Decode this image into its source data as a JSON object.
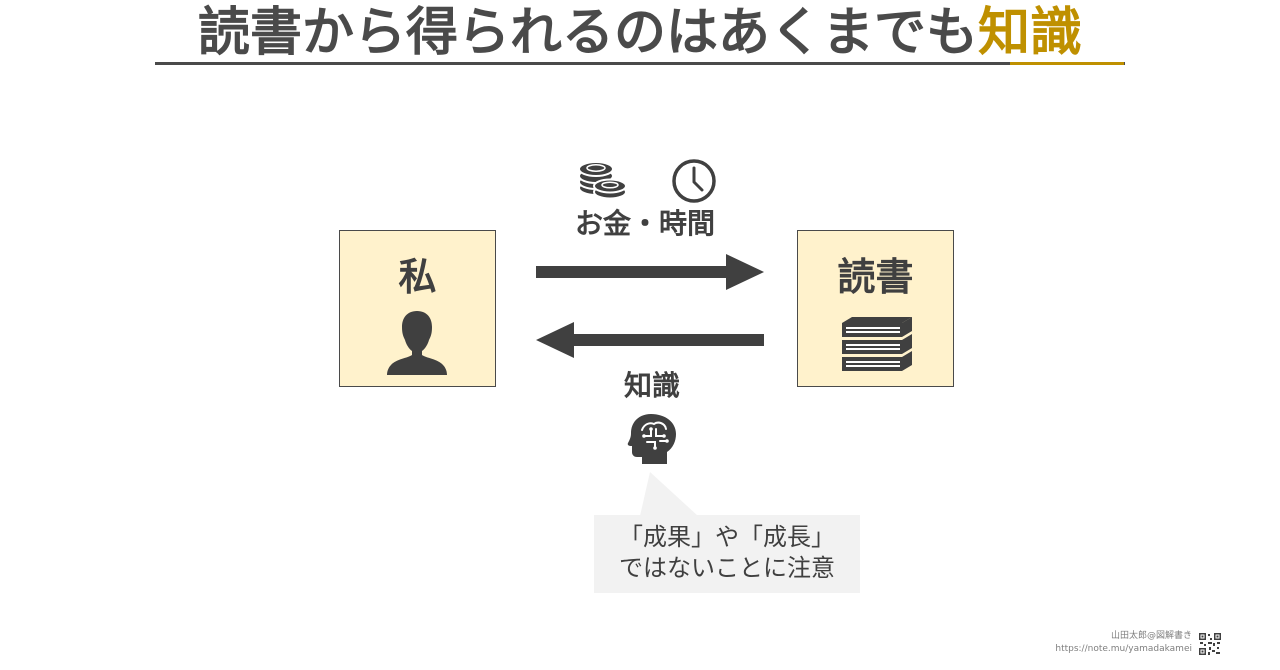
{
  "title": {
    "main": "読書から得られるのはあくまでも",
    "highlight": "知識"
  },
  "diagram": {
    "me_label": "私",
    "book_label": "読書",
    "cost_label": "お金・時間",
    "knowledge_label": "知識",
    "note": {
      "line1": "「成果」や「成長」",
      "line2": "ではないことに注意"
    }
  },
  "credit": {
    "author": "山田太郎@図解書き",
    "url": "https://note.mu/yamadakamei"
  },
  "colors": {
    "text": "#404040",
    "accent": "#bf9000",
    "box_fill": "#fff2cc",
    "note_fill": "#f2f2f2"
  },
  "icons": [
    "coins-icon",
    "clock-icon",
    "person-icon",
    "books-icon",
    "brain-head-icon",
    "qr-code-icon"
  ]
}
